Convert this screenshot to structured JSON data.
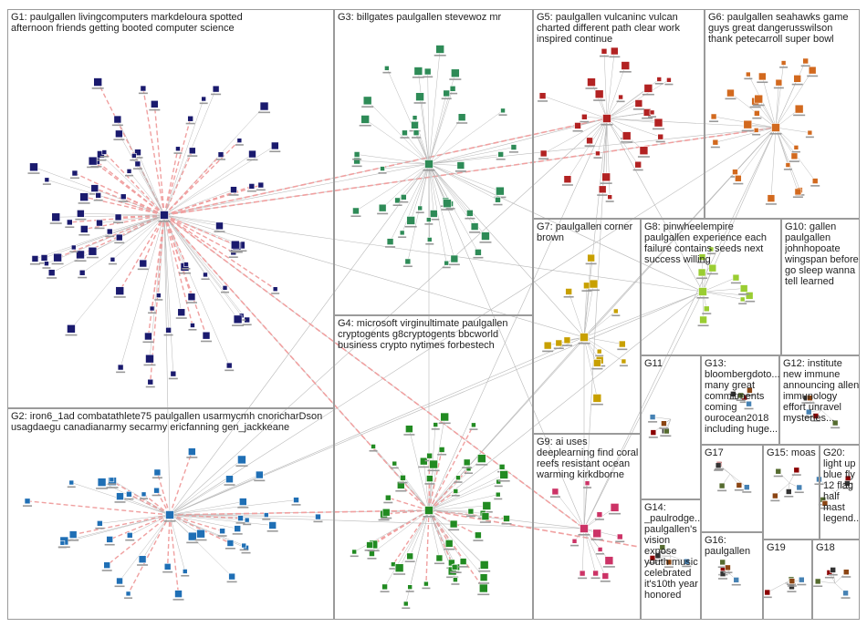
{
  "groups": [
    {
      "id": "g1",
      "label": "G1: paulgallen livingcomputers markdeloura spotted afternoon friends getting booted computer science"
    },
    {
      "id": "g2",
      "label": "G2: iron6_1ad combatathlete75 paulgallen usarmycmh cnoricharDson usagdaegu canadianarmy secarmy ericfanning gen_jackkeane"
    },
    {
      "id": "g3",
      "label": "G3: billgates paulgallen stevewoz mr"
    },
    {
      "id": "g4",
      "label": "G4: microsoft virginultimate paulgallen cryptogents g8cryptogents bbcworld business crypto nytimes forbestech"
    },
    {
      "id": "g5",
      "label": "G5: paulgallen vulcaninc vulcan charted different path clear work inspired continue"
    },
    {
      "id": "g6",
      "label": "G6: paulgallen seahawks game guys great dangerusswilson thank petecarroll super bowl"
    },
    {
      "id": "g7",
      "label": "G7: paulgallen corner brown"
    },
    {
      "id": "g8",
      "label": "G8: pinwheelempire paulgallen experience each failure contains seeds next success willing"
    },
    {
      "id": "g9",
      "label": "G9: ai uses deeplearning find coral reefs resistant ocean warming kirkdborne"
    },
    {
      "id": "g10",
      "label": "G10: gallen paulgallen johnhopoate wingspan before go sleep wanna tell learned"
    },
    {
      "id": "g11",
      "label": "G11"
    },
    {
      "id": "g12",
      "label": "G12: institute new immune announcing allen immunology effort unravel mysteries..."
    },
    {
      "id": "g13",
      "label": "G13: bloombergdoto... many great commitments coming ourocean2018 including huge..."
    },
    {
      "id": "g14",
      "label": "G14: _paulrodge... paulgallen's vision expose youth music celebrated it's10th year honored"
    },
    {
      "id": "g15",
      "label": "G15: moas"
    },
    {
      "id": "g16",
      "label": "G16: paulgallen"
    },
    {
      "id": "g17",
      "label": "G17"
    },
    {
      "id": "g18",
      "label": "G18"
    },
    {
      "id": "g19",
      "label": "G19"
    },
    {
      "id": "g20",
      "label": "G20: light up blue fly 12 flag half mast legend..."
    }
  ],
  "colors": {
    "border": "#9a9a9a",
    "edge_gray": "#b8b8b8",
    "edge_red": "#f0a0a0",
    "node_g1": "#1a1a6e",
    "node_g2": "#1f6fb5",
    "node_g3": "#2e8b57",
    "node_g4": "#228b22",
    "node_g5": "#b22222",
    "node_g6": "#d2691e",
    "node_g7": "#c8a000",
    "node_g8": "#9acd32",
    "node_g9": "#cc3366"
  }
}
